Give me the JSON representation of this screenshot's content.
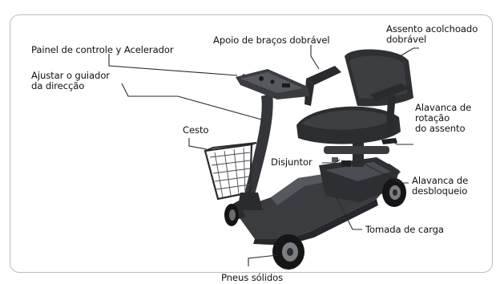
{
  "labels": {
    "painel": "Painel de controle y Acelerador",
    "apoio": "Apoio de braços dobrável",
    "assento_1": "Assento acolchoado",
    "assento_2": "dobrável",
    "ajustar_1": "Ajustar o guiador",
    "ajustar_2": "da direcção",
    "cesto": "Cesto",
    "alavanca_rot_1": "Alavanca de",
    "alavanca_rot_2": "rotação",
    "alavanca_rot_3": "do assento",
    "disjuntor": "Disjuntor",
    "alavanca_desb_1": "Alavanca de",
    "alavanca_desb_2": "desbloqueio",
    "tomada": "Tomada de carga",
    "pneus": "Pneus sólidos"
  },
  "colors": {
    "frame_border": "#bdbdbd",
    "leader_line": "#2a2a2a",
    "scooter_body": "#3a3c3f",
    "scooter_dark": "#1f2022",
    "tire": "#151515"
  }
}
